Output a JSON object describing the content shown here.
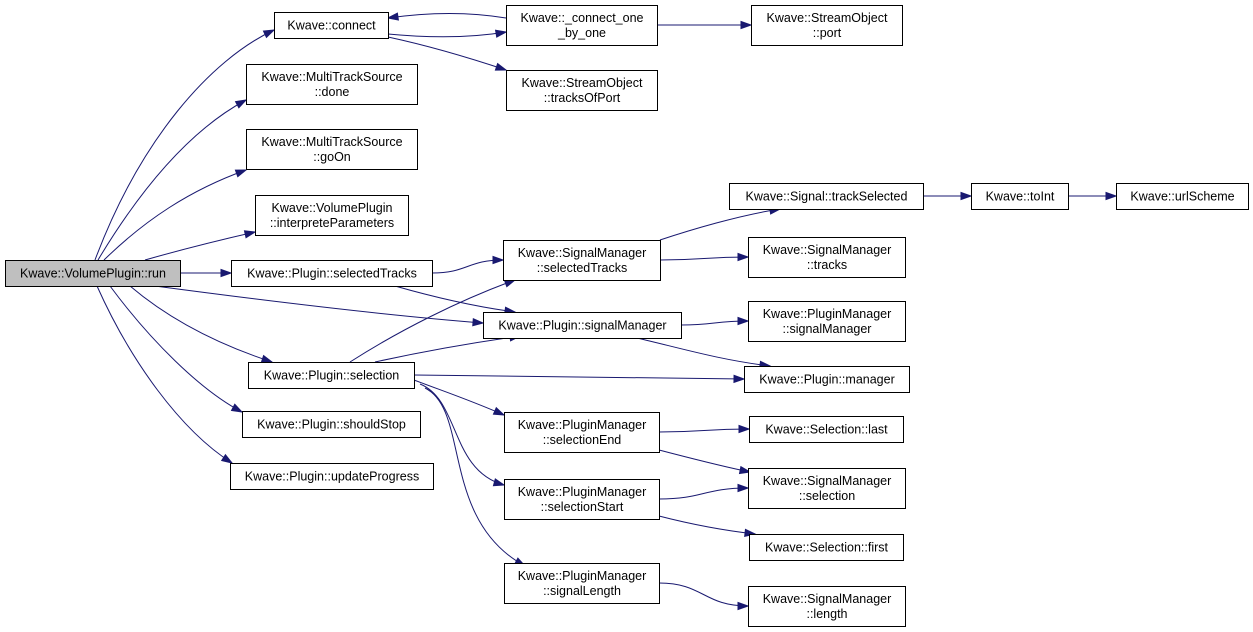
{
  "graph": {
    "title": "",
    "nodes": [
      {
        "id": "run",
        "lines": [
          "Kwave::VolumePlugin::run"
        ],
        "root": true
      },
      {
        "id": "connect",
        "lines": [
          "Kwave::connect"
        ]
      },
      {
        "id": "connect_one",
        "lines": [
          "Kwave::_connect_one",
          "_by_one"
        ]
      },
      {
        "id": "so_port",
        "lines": [
          "Kwave::StreamObject",
          "::port"
        ]
      },
      {
        "id": "so_tracks",
        "lines": [
          "Kwave::StreamObject",
          "::tracksOfPort"
        ]
      },
      {
        "id": "mts_done",
        "lines": [
          "Kwave::MultiTrackSource",
          "::done"
        ]
      },
      {
        "id": "mts_goon",
        "lines": [
          "Kwave::MultiTrackSource",
          "::goOn"
        ]
      },
      {
        "id": "vp_interp",
        "lines": [
          "Kwave::VolumePlugin",
          "::interpreteParameters"
        ]
      },
      {
        "id": "selTracks",
        "lines": [
          "Kwave::Plugin::selectedTracks"
        ]
      },
      {
        "id": "sm_selTracks",
        "lines": [
          "Kwave::SignalManager",
          "::selectedTracks"
        ]
      },
      {
        "id": "trackSel",
        "lines": [
          "Kwave::Signal::trackSelected"
        ]
      },
      {
        "id": "toInt",
        "lines": [
          "Kwave::toInt"
        ]
      },
      {
        "id": "urlScheme",
        "lines": [
          "Kwave::urlScheme"
        ]
      },
      {
        "id": "sm_tracks",
        "lines": [
          "Kwave::SignalManager",
          "::tracks"
        ]
      },
      {
        "id": "p_sigMgr",
        "lines": [
          "Kwave::Plugin::signalManager"
        ]
      },
      {
        "id": "pm_sigMgr",
        "lines": [
          "Kwave::PluginManager",
          "::signalManager"
        ]
      },
      {
        "id": "selection",
        "lines": [
          "Kwave::Plugin::selection"
        ]
      },
      {
        "id": "manager",
        "lines": [
          "Kwave::Plugin::manager"
        ]
      },
      {
        "id": "shouldStop",
        "lines": [
          "Kwave::Plugin::shouldStop"
        ]
      },
      {
        "id": "updProg",
        "lines": [
          "Kwave::Plugin::updateProgress"
        ]
      },
      {
        "id": "pm_selEnd",
        "lines": [
          "Kwave::PluginManager",
          "::selectionEnd"
        ]
      },
      {
        "id": "sel_last",
        "lines": [
          "Kwave::Selection::last"
        ]
      },
      {
        "id": "sm_selection",
        "lines": [
          "Kwave::SignalManager",
          "::selection"
        ]
      },
      {
        "id": "pm_selStart",
        "lines": [
          "Kwave::PluginManager",
          "::selectionStart"
        ]
      },
      {
        "id": "sel_first",
        "lines": [
          "Kwave::Selection::first"
        ]
      },
      {
        "id": "pm_sigLen",
        "lines": [
          "Kwave::PluginManager",
          "::signalLength"
        ]
      },
      {
        "id": "sm_length",
        "lines": [
          "Kwave::SignalManager",
          "::length"
        ]
      }
    ],
    "edges": [
      [
        "run",
        "connect"
      ],
      [
        "run",
        "mts_done"
      ],
      [
        "run",
        "mts_goon"
      ],
      [
        "run",
        "vp_interp"
      ],
      [
        "run",
        "selTracks"
      ],
      [
        "run",
        "p_sigMgr"
      ],
      [
        "run",
        "selection"
      ],
      [
        "run",
        "shouldStop"
      ],
      [
        "run",
        "updProg"
      ],
      [
        "connect",
        "connect_one"
      ],
      [
        "connect",
        "so_tracks"
      ],
      [
        "connect_one",
        "connect"
      ],
      [
        "connect_one",
        "so_port"
      ],
      [
        "selTracks",
        "sm_selTracks"
      ],
      [
        "selTracks",
        "p_sigMgr"
      ],
      [
        "sm_selTracks",
        "trackSel"
      ],
      [
        "sm_selTracks",
        "sm_tracks"
      ],
      [
        "trackSel",
        "toInt"
      ],
      [
        "toInt",
        "urlScheme"
      ],
      [
        "p_sigMgr",
        "pm_sigMgr"
      ],
      [
        "p_sigMgr",
        "manager"
      ],
      [
        "selection",
        "sm_selTracks"
      ],
      [
        "selection",
        "p_sigMgr"
      ],
      [
        "selection",
        "manager"
      ],
      [
        "selection",
        "pm_selEnd"
      ],
      [
        "selection",
        "pm_selStart"
      ],
      [
        "selection",
        "pm_sigLen"
      ],
      [
        "pm_selEnd",
        "sel_last"
      ],
      [
        "pm_selEnd",
        "sm_selection"
      ],
      [
        "pm_selStart",
        "sm_selection"
      ],
      [
        "pm_selStart",
        "sel_first"
      ],
      [
        "pm_sigLen",
        "sm_length"
      ]
    ]
  }
}
